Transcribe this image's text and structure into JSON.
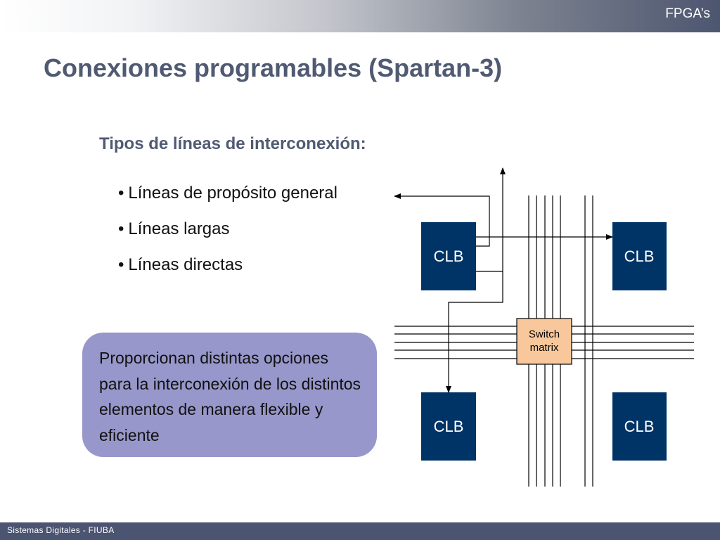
{
  "header": {
    "section_label": "FPGA’s"
  },
  "slide": {
    "title": "Conexiones programables (Spartan-3)",
    "subtitle": "Tipos de líneas de interconexión:",
    "bullets": [
      "Líneas de propósito general",
      "Líneas largas",
      "Líneas directas"
    ],
    "callout": "Proporcionan distintas opciones para la interconexión de los distintos elementos de manera flexible y eficiente"
  },
  "diagram": {
    "blocks": [
      "CLB",
      "CLB",
      "CLB",
      "CLB"
    ],
    "switch_label_line1": "Switch",
    "switch_label_line2": "matrix",
    "colors": {
      "clb_fill": "#003366",
      "switch_fill": "#f8c89c",
      "line_color": "#000000"
    }
  },
  "footer": {
    "label": "Sistemas Digitales - FIUBA"
  },
  "colors": {
    "title_color": "#505a72",
    "callout_fill": "#9797cb",
    "footer_bar": "#4b5470"
  }
}
